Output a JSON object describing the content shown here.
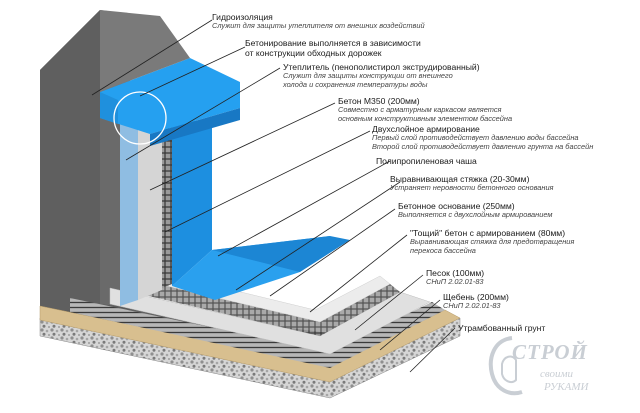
{
  "labels": [
    {
      "id": "waterproofing",
      "title": "Гидроизоляция",
      "desc": [
        "Служит для защиты утеплителя от внешних воздействий"
      ]
    },
    {
      "id": "concreting",
      "title": "Бетонирование выполняется в зависимости",
      "desc_plain": [
        "от конструкции обходных дорожек"
      ]
    },
    {
      "id": "insulation",
      "title": "Утеплитель (пенополистирол экструдированный)",
      "desc": [
        "Служит для защиты конструкции от внешнего",
        "холода и сохранения температуры воды"
      ]
    },
    {
      "id": "concrete-m350",
      "title": "Бетон М350 (200мм)",
      "desc": [
        "Совместно с арматурным каркасом является",
        "основным конструктивным элементом бассейна"
      ]
    },
    {
      "id": "double-reinforcement",
      "title": "Двухслойное армирование",
      "desc": [
        "Первый слой противодействует давлению воды бассейна",
        "Второй слой противодействует давлению грунта на бассейн"
      ]
    },
    {
      "id": "pp-bowl",
      "title": "Полипропиленовая чаша",
      "desc": []
    },
    {
      "id": "leveling-screed",
      "title": "Выравнивающая стяжка (20-30мм)",
      "desc": [
        "Устраняет неровности бетонного основания"
      ]
    },
    {
      "id": "concrete-base",
      "title": "Бетонное основание (250мм)",
      "desc": [
        "Выполняется с двухслойным армированием"
      ]
    },
    {
      "id": "lean-concrete",
      "title": "\"Тощий\" бетон с армированием (80мм)",
      "desc": [
        "Выравнивающая стяжка для предотвращения",
        "перекоса бассейна"
      ]
    },
    {
      "id": "sand",
      "title": "Песок (100мм)",
      "desc": [
        "СНиП 2.02.01-83"
      ]
    },
    {
      "id": "gravel",
      "title": "Щебень (200мм)",
      "desc": [
        "СНиП 2.02.01-83"
      ]
    },
    {
      "id": "compacted-soil",
      "title": "Утрамбованный грунт",
      "desc": []
    }
  ],
  "logo": {
    "main": "СТРОЙ",
    "line1": "своими",
    "line2": "РУКАМИ"
  },
  "colors": {
    "pool_blue": "#1e93e6",
    "insulation": "#7fb2dc",
    "soil": "#6d6d6d",
    "concrete": "#d9d9d9",
    "sand": "#d4b98a",
    "gravel": "#bdbdbd"
  }
}
